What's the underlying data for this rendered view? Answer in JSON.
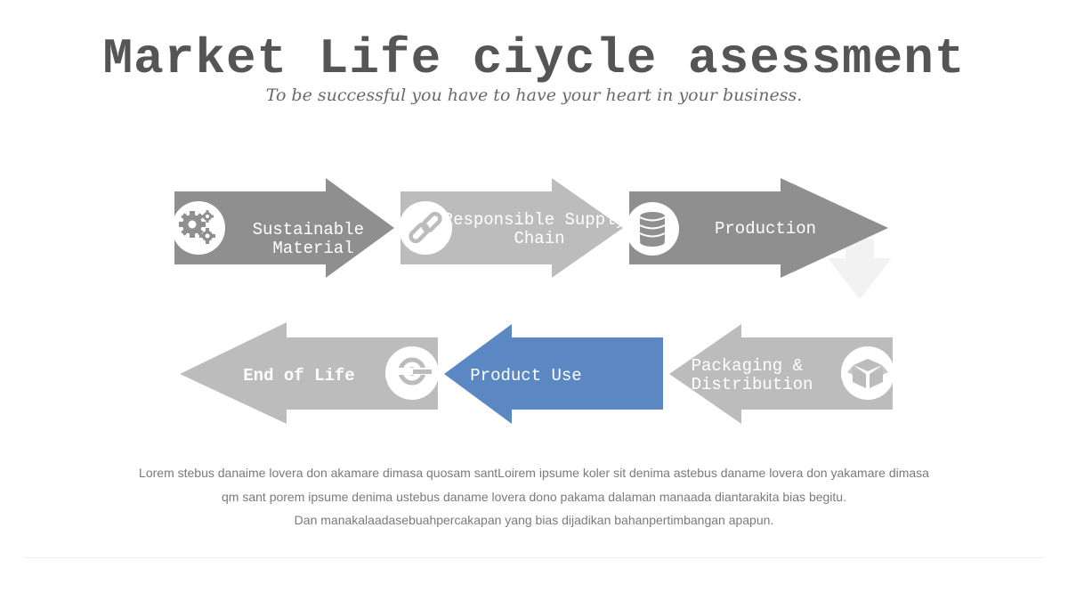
{
  "header": {
    "title": "Market Life ciycle asessment",
    "subtitle": "To be successful you have to have your heart in your business."
  },
  "stages": [
    {
      "id": "sustainable-material",
      "label_lines": [
        "Sustainable",
        "Material"
      ],
      "icon": "gears-icon",
      "color": "#8f8f8f"
    },
    {
      "id": "responsible-supply-chain",
      "label_lines": [
        "Responsible Supply",
        "Chain"
      ],
      "icon": "chain-link-icon",
      "color": "#bcbcbc"
    },
    {
      "id": "production",
      "label_lines": [
        "Production"
      ],
      "icon": "database-icon",
      "color": "#8f8f8f"
    },
    {
      "id": "packaging-distribution",
      "label_lines": [
        "Packaging &",
        "Distribution"
      ],
      "icon": "box-icon",
      "color": "#bcbcbc"
    },
    {
      "id": "product-use",
      "label_lines": [
        "Product Use"
      ],
      "icon": "none",
      "color": "#5b88c3"
    },
    {
      "id": "end-of-life",
      "label_lines": [
        "End of Life"
      ],
      "icon": "recycle-icon",
      "color": "#bcbcbc"
    }
  ],
  "connector": {
    "icon": "down-arrow-icon",
    "color": "#f2f2f2"
  },
  "body": {
    "lines": [
      "Lorem stebus danaime lovera don akamare dimasa quosam santLoirem ipsume koler sit denima astebus daname lovera don yakamare dimasa",
      "qm sant porem ipsume denima ustebus daname lovera dono pakama dalaman manaada diantarakita bias begitu.",
      "Dan manakalaadasebuahpercakapan yang bias dijadikan bahanpertimbangan apapun."
    ]
  }
}
